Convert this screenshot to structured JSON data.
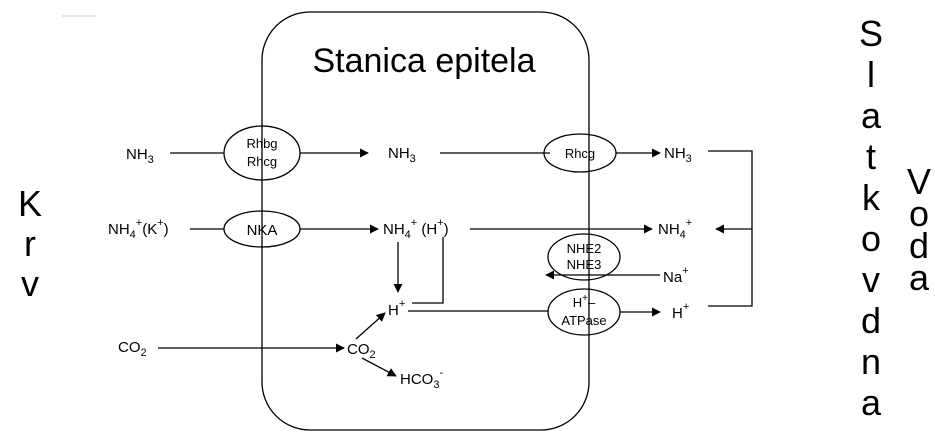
{
  "cell_title": "Stanica epitela",
  "blood_letters": [
    "K",
    "r",
    "v"
  ],
  "lumen_letters": [
    "S",
    "l",
    "a",
    "t",
    "k",
    "o",
    "v",
    "d",
    "n",
    "a"
  ],
  "water_letters": [
    "V",
    "o",
    "d",
    "a"
  ],
  "transporters": {
    "rhbg": [
      "Rhbg",
      "Rhcg"
    ],
    "nka": "NKA",
    "rhcg": "Rhcg",
    "nhe": [
      "NHE2",
      "NHE3"
    ],
    "atpase": [
      "H",
      "+",
      "–",
      "ATPase"
    ]
  },
  "species": {
    "nh3_blood": [
      "NH",
      "3"
    ],
    "nh3_cell": [
      "NH",
      "3"
    ],
    "nh3_lumen": [
      "NH",
      "3"
    ],
    "nh4_blood": [
      "NH",
      "4",
      "+",
      "(K",
      "+",
      ")"
    ],
    "nh4_cell": [
      "NH",
      "4",
      "+",
      " (H",
      "+",
      ")"
    ],
    "nh4_lumen": [
      "NH",
      "4",
      "+"
    ],
    "na_lumen": [
      "Na",
      "+"
    ],
    "h_cell": [
      "H",
      "+"
    ],
    "h_lumen": [
      "H",
      "+"
    ],
    "co2_blood": [
      "CO",
      "2"
    ],
    "co2_cell": [
      "CO",
      "2"
    ],
    "hco3_cell": [
      "HCO",
      "3",
      "-"
    ]
  }
}
